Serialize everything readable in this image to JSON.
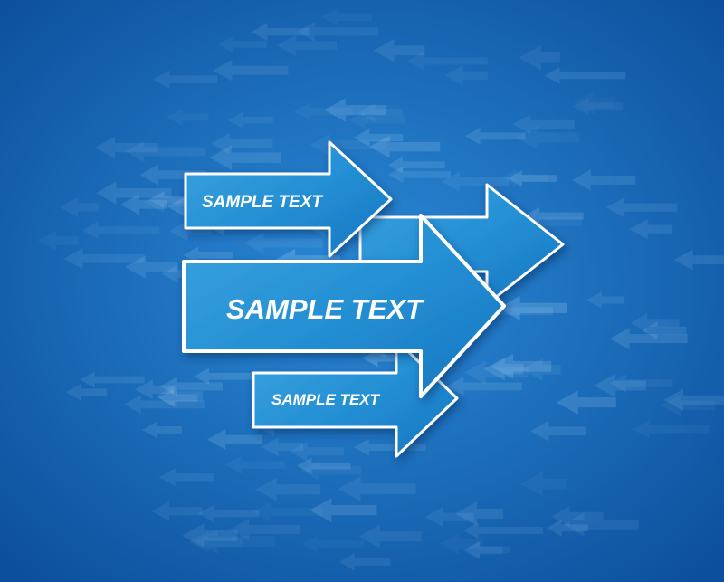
{
  "colors": {
    "background_light": "#2b8ad6",
    "background_dark": "#0c4f9c",
    "arrow_fill_light": "#3aa3e0",
    "arrow_fill_dark": "#1676c2",
    "arrow_border": "#ffffff"
  },
  "arrows": {
    "top_label": "SAMPLE TEXT",
    "middle_label": "SAMPLE TEXT",
    "bottom_label": "SAMPLE TEXT"
  }
}
